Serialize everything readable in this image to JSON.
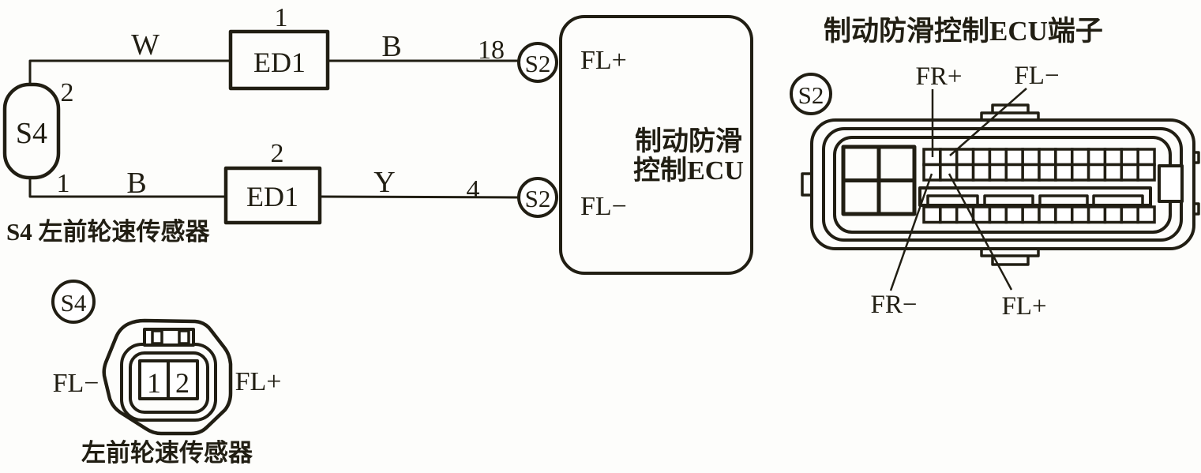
{
  "colors": {
    "ink": "#211e13",
    "background": "#ffffff"
  },
  "sensor_block": {
    "id_label": "S4",
    "pin_top": "2",
    "pin_bottom": "1",
    "caption": "S4 左前轮速传感器"
  },
  "top_circuit": {
    "wire_color_left": "W",
    "junction_number": "1",
    "junction_label": "ED1",
    "wire_color_right": "B",
    "terminal_number": "18",
    "connector_label": "S2",
    "ecu_terminal": "FL+"
  },
  "bottom_circuit": {
    "wire_color_left": "B",
    "junction_number": "2",
    "junction_label": "ED1",
    "wire_color_right": "Y",
    "terminal_number": "4",
    "connector_label": "S2",
    "ecu_terminal": "FL−"
  },
  "ecu_box": {
    "name_line1": "制动防滑",
    "name_line2": "控制ECU"
  },
  "sensor_connector": {
    "badge": "S4",
    "pin1": "1",
    "pin2": "2",
    "label_left": "FL−",
    "label_right": "FL+",
    "caption": "左前轮速传感器"
  },
  "ecu_connector": {
    "title": "制动防滑控制ECU端子",
    "badge": "S2",
    "label_top_left": "FR+",
    "label_top_right": "FL−",
    "label_bottom_left": "FR−",
    "label_bottom_right": "FL+",
    "pin_grid": {
      "top_rows": 2,
      "top_cols": 14,
      "bottom_cols": 14
    }
  }
}
